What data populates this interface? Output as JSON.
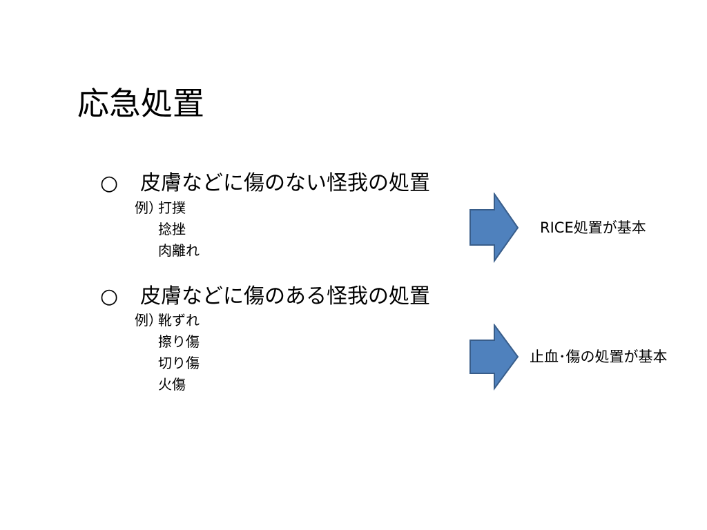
{
  "slide": {
    "title": "応急処置",
    "sections": [
      {
        "bullet": "○",
        "heading": "皮膚などに傷のない怪我の処置",
        "example_label": "例）",
        "examples": [
          "打撲",
          "捻挫",
          "肉離れ"
        ],
        "result": "RICE処置が基本"
      },
      {
        "bullet": "○",
        "heading": "皮膚などに傷のある怪我の処置",
        "example_label": "例）",
        "examples": [
          "靴ずれ",
          "擦り傷",
          "切り傷",
          "火傷"
        ],
        "result": "止血･傷の処置が基本"
      }
    ],
    "colors": {
      "arrow_fill": "#4f81bd",
      "arrow_stroke": "#385d8a"
    },
    "icons": [
      "right-arrow-icon",
      "right-arrow-icon"
    ]
  }
}
